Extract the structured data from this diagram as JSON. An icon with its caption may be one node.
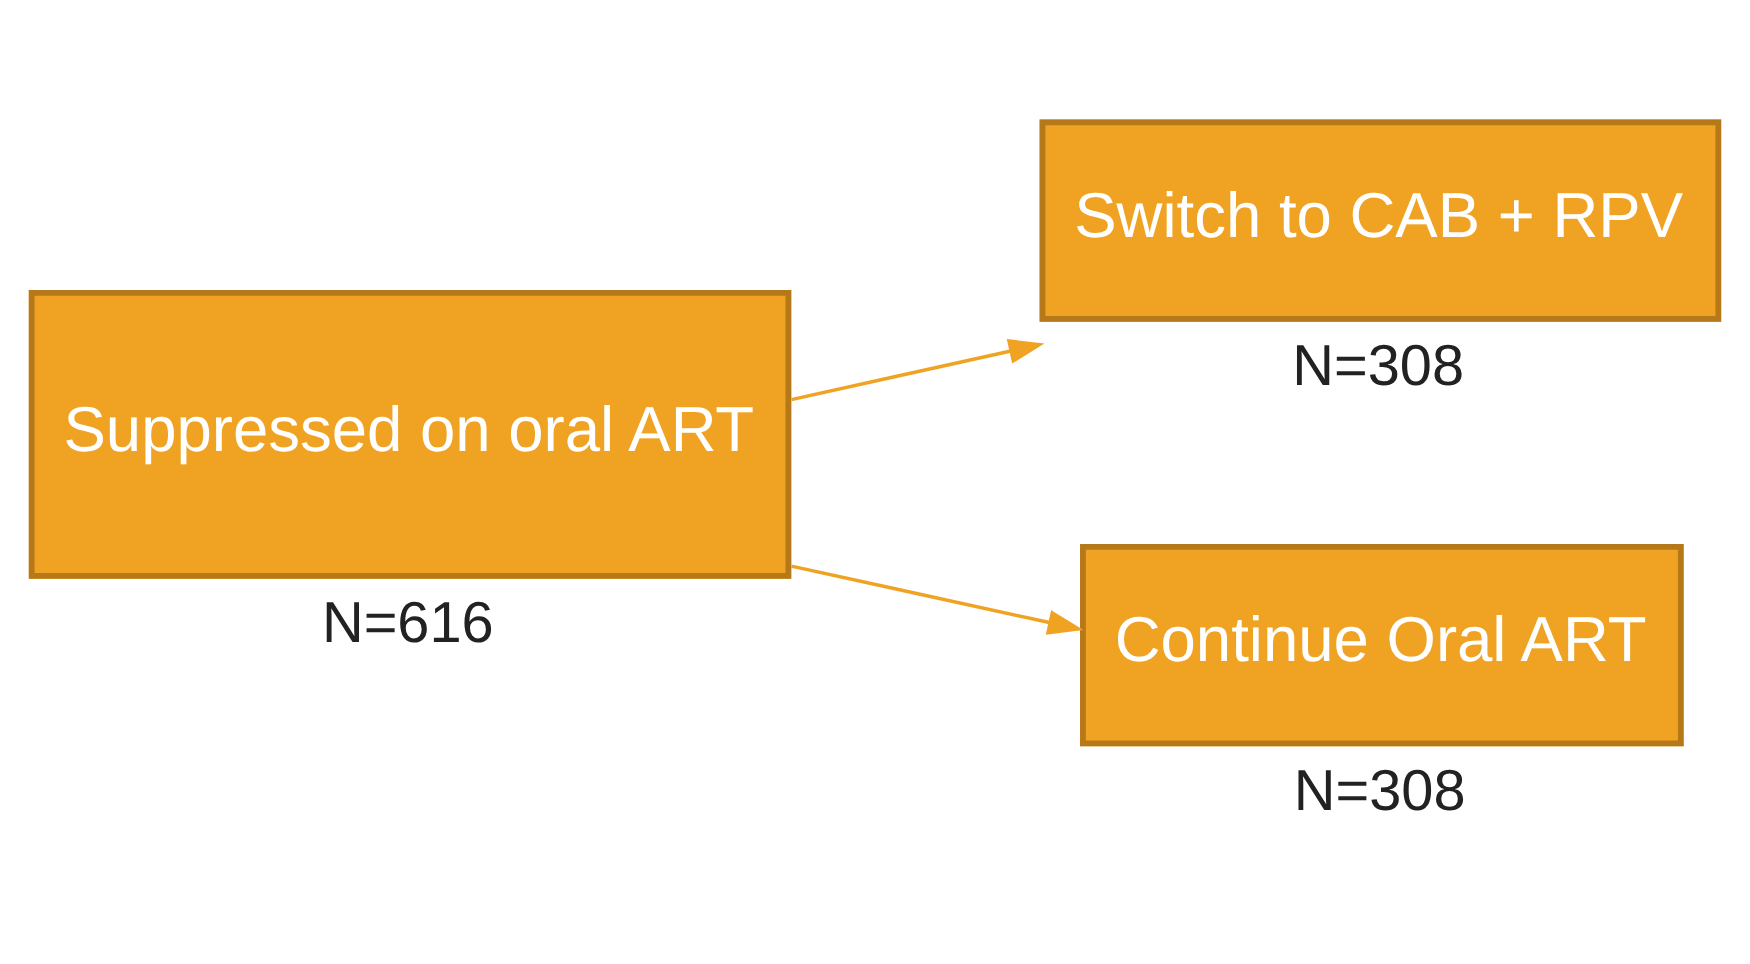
{
  "diagram": {
    "nodes": [
      {
        "text": [
          "Suppressed on oral ART"
        ],
        "beside": [
          "N=616"
        ]
      },
      {
        "text": [
          "Switch to CAB + RPV"
        ],
        "beside": [
          "N=308"
        ]
      },
      {
        "text": [
          "Continue Oral ART"
        ],
        "beside": [
          "N=308"
        ]
      }
    ],
    "edges": [
      {
        "from": 0,
        "to": 1,
        "arrow": "to"
      },
      {
        "from": 0,
        "to": 2,
        "arrow": "to"
      }
    ]
  }
}
